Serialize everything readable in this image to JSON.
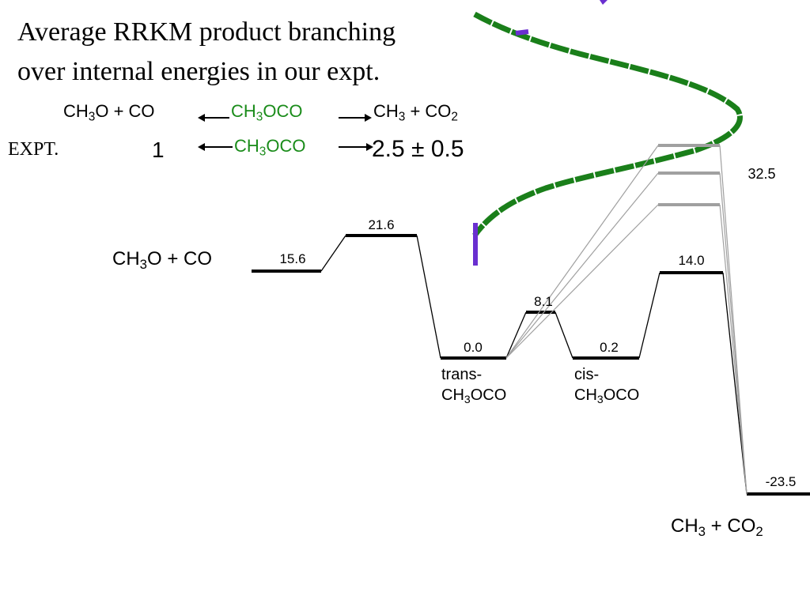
{
  "title": {
    "line1": "Average RRKM product branching",
    "line2": "over internal energies in our expt."
  },
  "scheme": {
    "row1": {
      "left": {
        "a": "CH",
        "a_sub": "3",
        "b": "O + CO"
      },
      "center": {
        "a": "CH",
        "a_sub": "3",
        "b": "OCO"
      },
      "right": {
        "a": "CH",
        "a_sub": "3",
        "b": " + CO",
        "b_sub": "2"
      }
    },
    "row2": {
      "label": "EXPT.",
      "left_value": "1",
      "center": {
        "a": "CH",
        "a_sub": "3",
        "b": "OCO"
      },
      "right_value": "2.5 ± 0.5"
    }
  },
  "diagram": {
    "species": {
      "reactants": {
        "a": "CH",
        "a_sub": "3",
        "b": "O + CO"
      },
      "products": {
        "a": "CH",
        "a_sub": "3",
        "b": " + CO",
        "b_sub": "2"
      },
      "trans": {
        "line1": "trans-",
        "a": "CH",
        "a_sub": "3",
        "b": "OCO"
      },
      "cis": {
        "line1": "cis-",
        "a": "CH",
        "a_sub": "3",
        "b": "OCO"
      }
    },
    "energies": {
      "reactants": "15.6",
      "ts1": "21.6",
      "trans": "0.0",
      "ts_iso": "8.1",
      "cis": "0.2",
      "ts2": "14.0",
      "products": "-23.5",
      "internal": "32.5"
    },
    "colors": {
      "distribution": "#1a7f1a",
      "marker": "#6a2fd0",
      "levels": "#000000",
      "internal_levels": "#a0a0a0",
      "species_highlight": "#1a8c1a"
    }
  }
}
